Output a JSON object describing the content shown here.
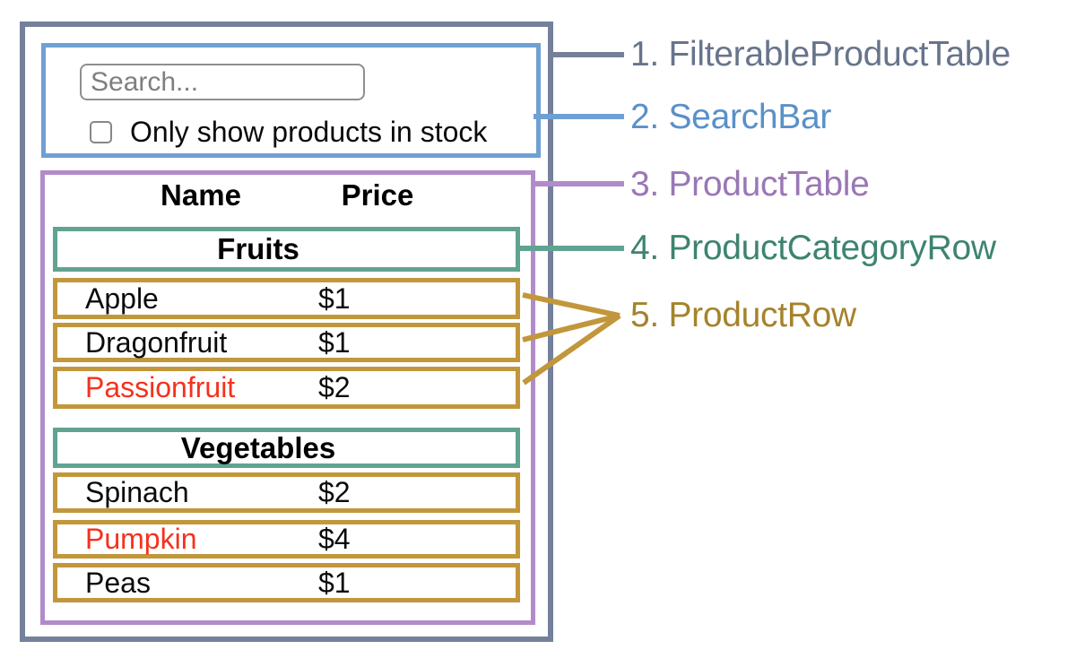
{
  "diagram_title": "React component hierarchy diagram (Thinking in React)",
  "colors": {
    "outer_border": "#75819b",
    "searchbar_border": "#6fa0d4",
    "product_table_border": "#b18bca",
    "category_row_border": "#60a391",
    "product_row_border": "#c2973c",
    "out_of_stock_text": "#f5311d",
    "legend_1": "#67748b",
    "legend_2": "#5a90c8",
    "legend_3": "#9a77b5",
    "legend_4": "#3d8470",
    "legend_5": "#a5832c",
    "input_border": "#8f8f8f",
    "placeholder_text": "#7f7f7f"
  },
  "search_bar": {
    "placeholder": "Search...",
    "checkbox_label": "Only show products in stock",
    "checkbox_checked": false
  },
  "product_table": {
    "columns": {
      "name": "Name",
      "price": "Price"
    },
    "sections": [
      {
        "category": "Fruits",
        "rows": [
          {
            "name": "Apple",
            "price": "$1",
            "out_of_stock": false
          },
          {
            "name": "Dragonfruit",
            "price": "$1",
            "out_of_stock": false
          },
          {
            "name": "Passionfruit",
            "price": "$2",
            "out_of_stock": true
          }
        ]
      },
      {
        "category": "Vegetables",
        "rows": [
          {
            "name": "Spinach",
            "price": "$2",
            "out_of_stock": false
          },
          {
            "name": "Pumpkin",
            "price": "$4",
            "out_of_stock": true
          },
          {
            "name": "Peas",
            "price": "$1",
            "out_of_stock": false
          }
        ]
      }
    ]
  },
  "legend": [
    {
      "label": "1. FilterableProductTable"
    },
    {
      "label": "2. SearchBar"
    },
    {
      "label": "3. ProductTable"
    },
    {
      "label": "4. ProductCategoryRow"
    },
    {
      "label": "5. ProductRow"
    }
  ]
}
